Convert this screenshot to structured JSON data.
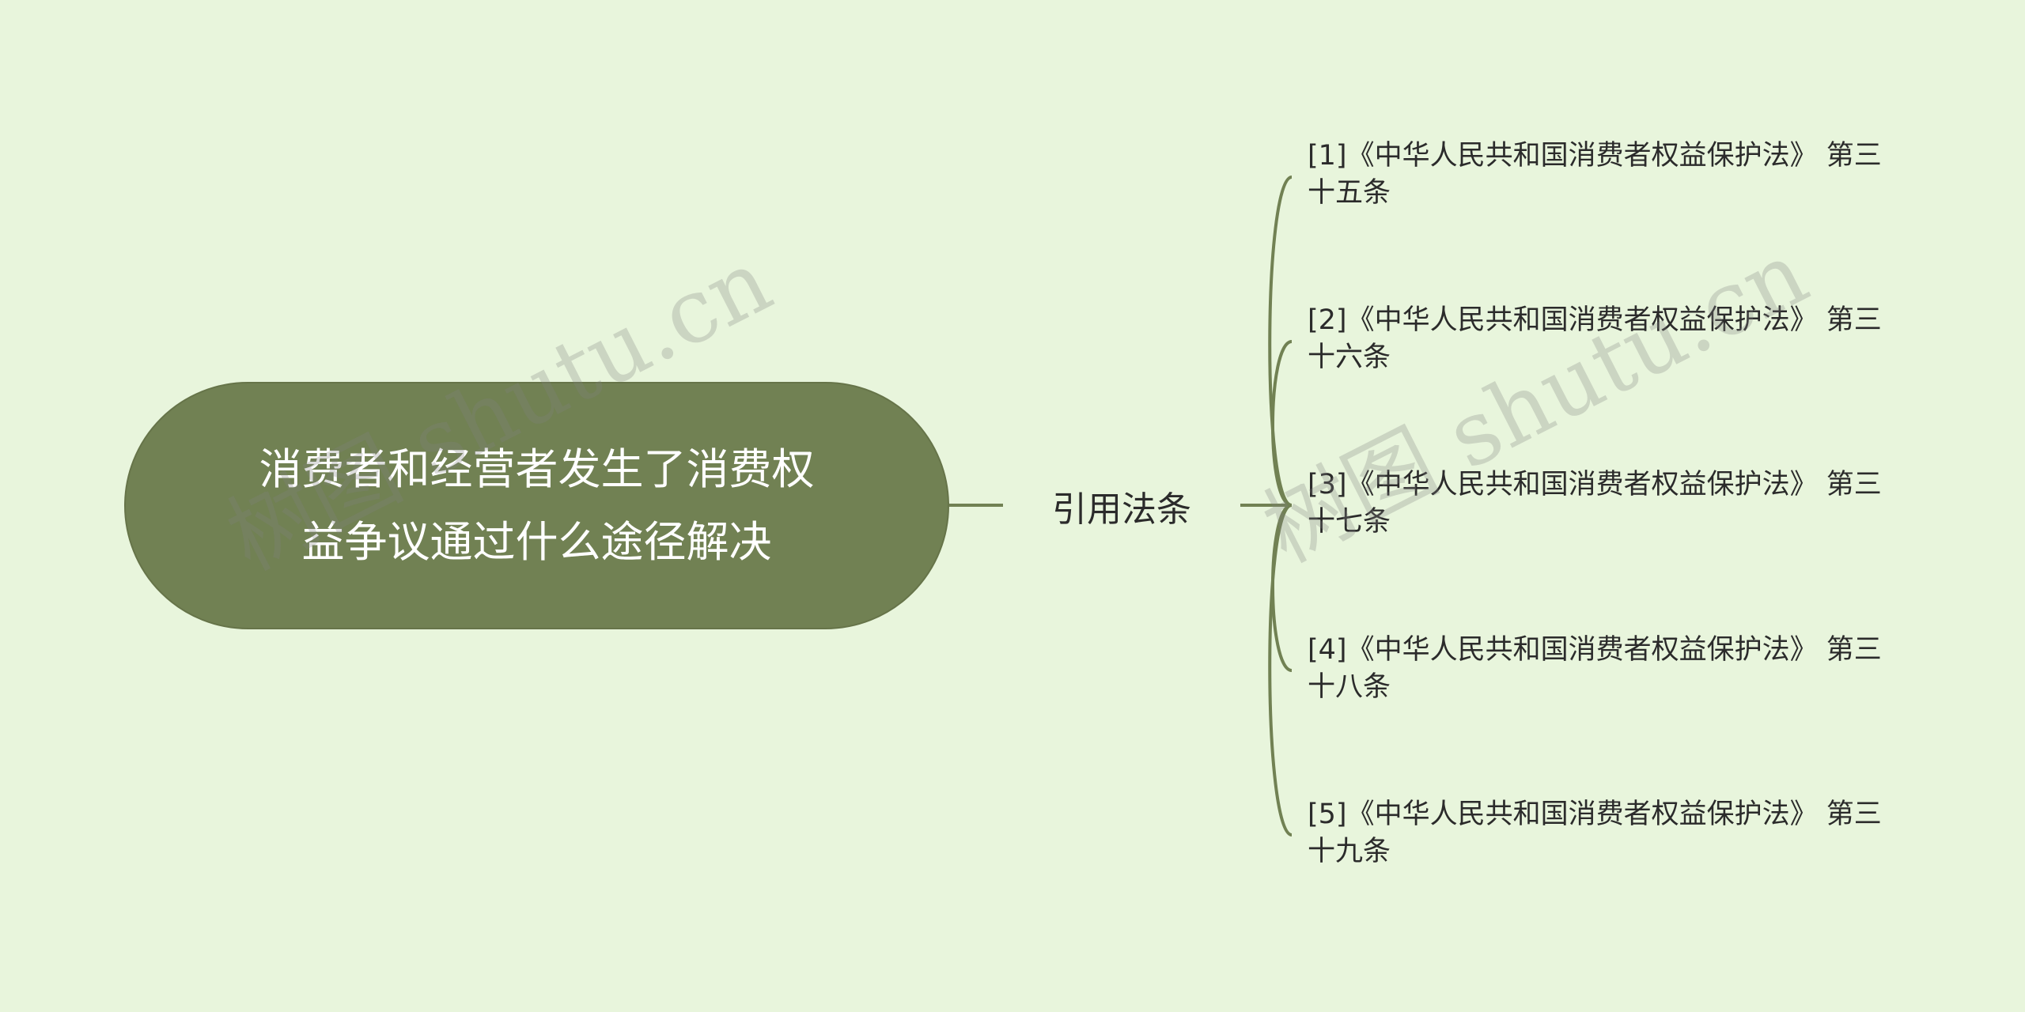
{
  "root": {
    "text": "消费者和经营者发生了消费权益争议通过什么途径解决"
  },
  "branch": {
    "label": "引用法条"
  },
  "leaves": [
    {
      "text": "[1]《中华人民共和国消费者权益保护法》 第三十五条"
    },
    {
      "text": "[2]《中华人民共和国消费者权益保护法》 第三十六条"
    },
    {
      "text": "[3]《中华人民共和国消费者权益保护法》 第三十七条"
    },
    {
      "text": "[4]《中华人民共和国消费者权益保护法》 第三十八条"
    },
    {
      "text": "[5]《中华人民共和国消费者权益保护法》 第三十九条"
    }
  ],
  "watermarks": {
    "left": "树图 shutu.cn",
    "right": "树图 shutu.cn"
  },
  "colors": {
    "background": "#e8f5dc",
    "root_fill": "#718153",
    "connector": "#718153",
    "text": "#2b2b2b"
  }
}
